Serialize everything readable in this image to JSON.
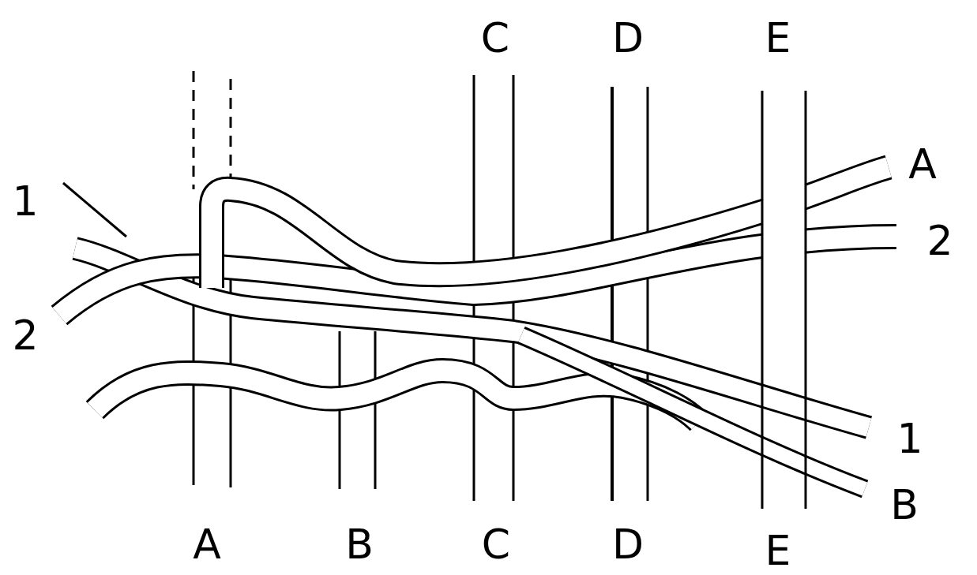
{
  "diagram": {
    "labels": [
      "C",
      "D",
      "E",
      "A",
      "1",
      "2",
      "2",
      "1",
      "B",
      "A",
      "B",
      "C",
      "D",
      "E"
    ]
  }
}
